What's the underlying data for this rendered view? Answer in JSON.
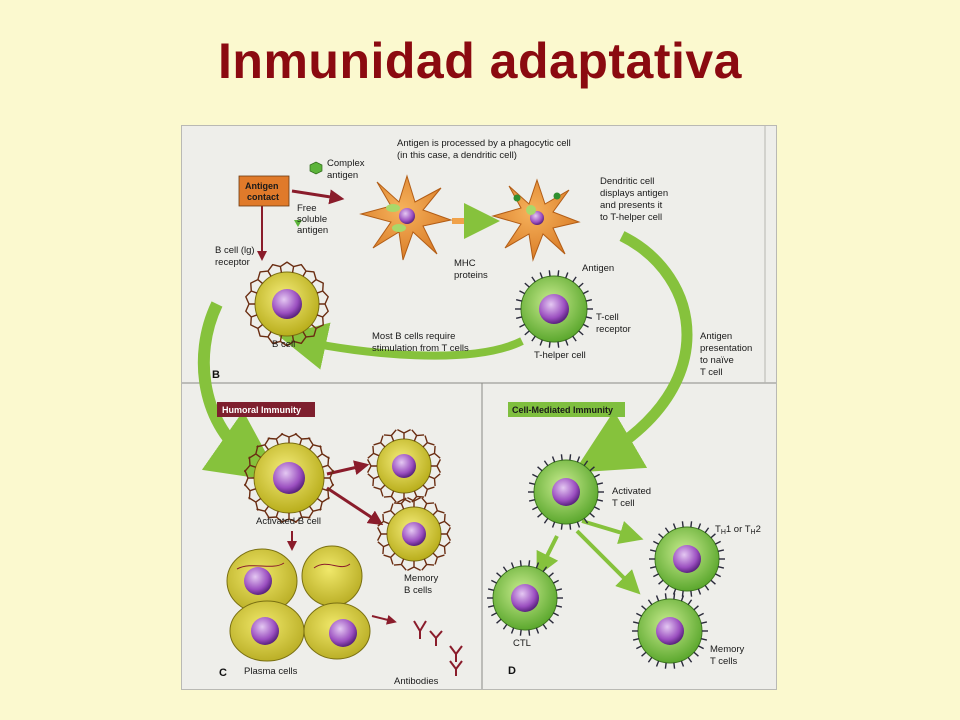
{
  "slide": {
    "title": "Inmunidad adaptativa"
  },
  "panel_b": {
    "letter": "B",
    "antigen_contact": [
      "Antigen",
      "contact"
    ],
    "complex_antigen": [
      "Complex",
      "antigen"
    ],
    "free_soluble_antigen": [
      "Free",
      "soluble",
      "antigen"
    ],
    "processed_text": [
      "Antigen is processed by a phagocytic cell",
      "(in this case, a dendritic cell)"
    ],
    "dendritic_displays": [
      "Dendritic cell",
      "displays antigen",
      "and presents it",
      "to T-helper cell"
    ],
    "mhc_proteins": [
      "MHC",
      "proteins"
    ],
    "antigen": "Antigen",
    "b_cell_receptor": [
      "B cell (lg)",
      "receptor"
    ],
    "b_cell": "B cell",
    "t_cell_receptor": [
      "T-cell",
      "receptor"
    ],
    "t_helper_cell": "T-helper cell",
    "most_b_cells": [
      "Most B cells require",
      "stimulation from T cells"
    ],
    "antigen_presentation": [
      "Antigen",
      "presentation",
      "to naïve",
      "T cell"
    ]
  },
  "panel_c": {
    "letter": "C",
    "header": "Humoral Immunity",
    "activated_b_cell": "Activated B cell",
    "memory_b_cells": [
      "Memory",
      "B cells"
    ],
    "plasma_cells": "Plasma cells",
    "antibodies": "Antibodies"
  },
  "panel_d": {
    "letter": "D",
    "header": "Cell-Mediated Immunity",
    "activated_t_cell": [
      "Activated",
      "T cell"
    ],
    "th1_th2": {
      "t1": "T",
      "sub1": "H",
      "mid": "1 or T",
      "sub2": "H",
      "end": "2"
    },
    "ctl": "CTL",
    "memory_t_cells": [
      "Memory",
      "T cells"
    ]
  },
  "colors": {
    "title": "#8b0a10",
    "slide_bg": "#fbf9cf",
    "antigen_box": "#e07a2a",
    "humoral_header": "#7e1f2e",
    "cell_mediated_header": "#7fbf3f",
    "arrow_green": "#86c23c",
    "arrow_maroon": "#8a1c2b",
    "b_cell": "#c9c12b",
    "t_cell": "#7fc843",
    "nucleus": "#9b4fc0",
    "dendritic": "#e58a2e"
  }
}
